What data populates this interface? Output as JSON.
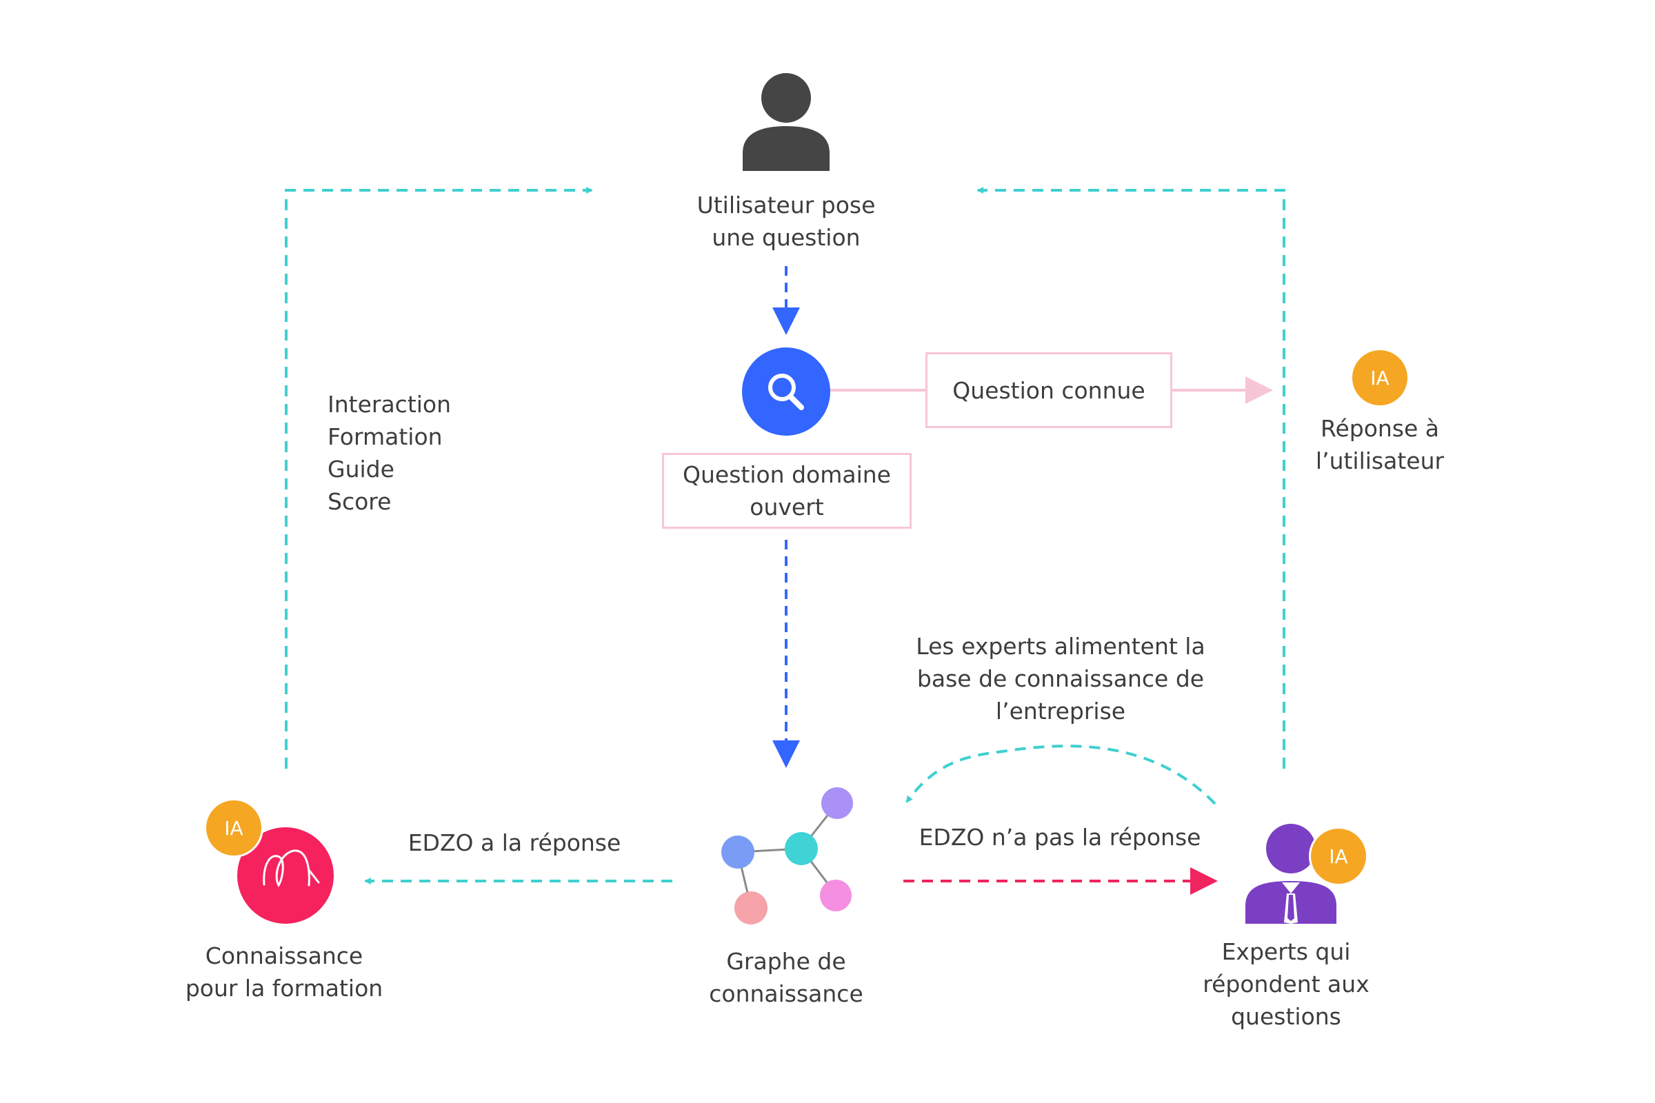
{
  "nodes": {
    "user": {
      "line1": "Utilisateur pose",
      "line2": "une question"
    },
    "search": {
      "icon": "search-icon"
    },
    "known_box": "Question connue",
    "open_box": {
      "line1": "Question domaine",
      "line2": "ouvert"
    },
    "answer": {
      "badge": "IA",
      "line1": "Réponse à",
      "line2": "l’utilisateur"
    },
    "training_list": [
      "Interaction",
      "Formation",
      "Guide",
      "Score"
    ],
    "knowledge_graph": {
      "line1": "Graphe de",
      "line2": "connaissance"
    },
    "training_knowledge": {
      "badge": "IA",
      "line1": "Connaissance",
      "line2": "pour la formation"
    },
    "experts": {
      "badge": "IA",
      "line1": "Experts qui",
      "line2": "répondent aux",
      "line3": "questions"
    }
  },
  "edges": {
    "has_answer": "EDZO a la réponse",
    "no_answer": "EDZO n’a pas la réponse",
    "experts_feed": {
      "line1": "Les experts alimentent la",
      "line2": "base de connaissance de",
      "line3": "l’entreprise"
    }
  },
  "colors": {
    "teal": "#3fcfcf",
    "blue": "#3366ff",
    "pink": "#f7c6d6",
    "red": "#f0245e",
    "orange": "#f5a623",
    "purple": "#7b3fc4",
    "user_gray": "#454545"
  }
}
